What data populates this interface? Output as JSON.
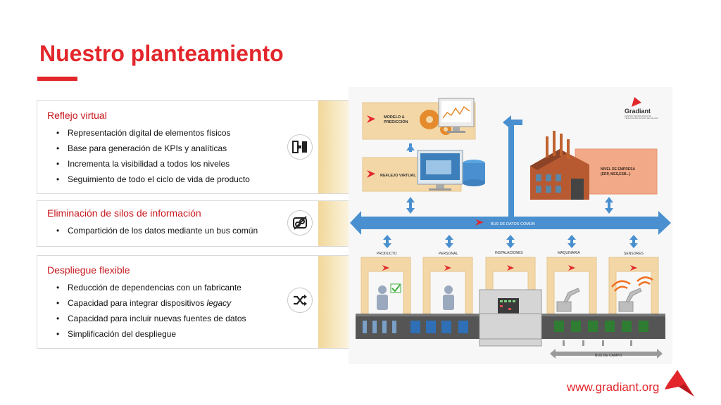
{
  "slide": {
    "title": "Nuestro planteamiento",
    "footer_url": "www.gradiant.org"
  },
  "sections": [
    {
      "heading": "Reflejo virtual",
      "bullets": [
        "Representación digital de elementos físicos",
        "Base para generación de KPIs y analíticas",
        "Incrementa la visibilidad a todos los niveles",
        "Seguimiento de todo el ciclo de vida de producto"
      ],
      "icon": "mirror-icon"
    },
    {
      "heading": "Eliminación de silos de información",
      "bullets": [
        "Compartición de los datos mediante un bus común"
      ],
      "icon": "unlink-icon"
    },
    {
      "heading": "Despliegue flexible",
      "bullets": [
        "Reducción de dependencias con un fabricante",
        "Capacidad para integrar dispositivos ",
        "Capacidad para incluir nuevas fuentes de datos",
        "Simplificación del despliegue"
      ],
      "bullet_emphasis": "legacy",
      "icon": "shuffle-icon"
    }
  ],
  "diagram": {
    "modelo_line1": "MODELO &",
    "modelo_line2": "PREDICCIÓN",
    "reflejo": "REFLEJO VIRTUAL",
    "logo_name": "Gradiant",
    "logo_tagline1": "CENTRO TECNOLÓXICO DE",
    "logo_tagline2": "TELECOMUNICACIÓNS DE GALICIA",
    "empresa_line1": "NIVEL DE EMPRESA",
    "empresa_line2": "(ERP, MES,ESB...)",
    "bus": "BUS DE DATOS COMÚN",
    "categories": [
      "PRODUCTO",
      "PERSONAL",
      "INSTALACIONES",
      "MAQUINARIA",
      "SENSORES"
    ],
    "field_bus": "BUS DE CAMPO"
  },
  "colors": {
    "brand_red": "#e2262b",
    "bus_blue": "#4a90d0",
    "panel_beige": "#f3d7a7",
    "empresa_orange": "#f2a987"
  }
}
